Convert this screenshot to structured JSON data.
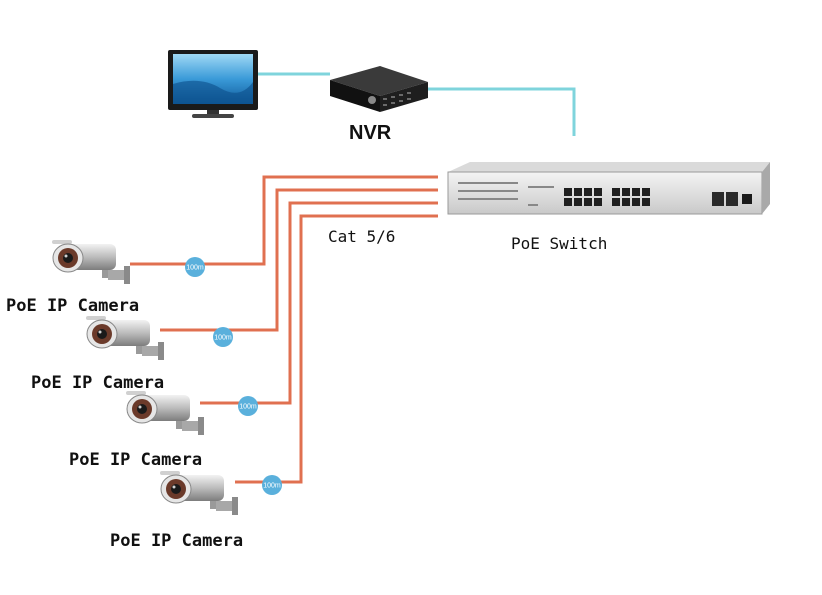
{
  "devices": {
    "nvr_label": "NVR",
    "switch_label": "PoE Switch",
    "cable_label": "Cat 5/6"
  },
  "cameras": [
    {
      "label": "PoE IP Camera",
      "badge": "100m"
    },
    {
      "label": "PoE IP Camera",
      "badge": "100m"
    },
    {
      "label": "PoE IP Camera",
      "badge": "100m"
    },
    {
      "label": "PoE IP Camera",
      "badge": "100m"
    }
  ],
  "colors": {
    "data_link": "#7fd4dc",
    "poe_cable": "#e07050",
    "badge": "#5ab0dc"
  }
}
